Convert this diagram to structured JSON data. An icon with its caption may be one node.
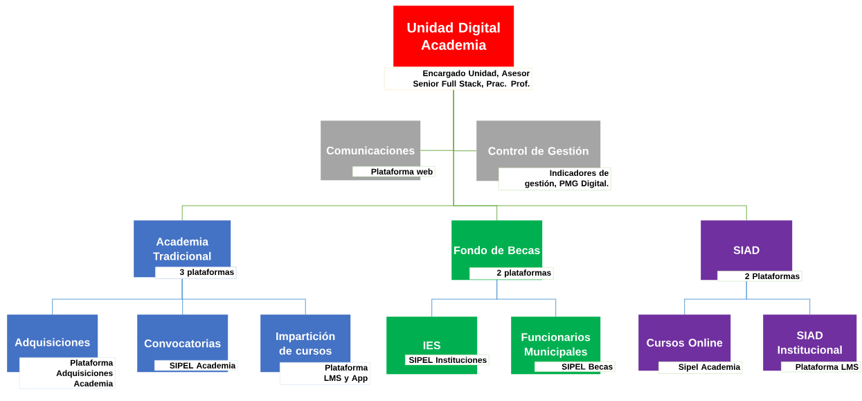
{
  "diagram": {
    "nodes": [
      {
        "text": [
          "Unidad Digital Academia",
          "Encargado Unidad, Asesor Senior Full Stack, Prac. Prof."
        ]
      },
      {
        "text": [
          "Comunicaciones",
          "Plataforma web"
        ]
      },
      {
        "text": [
          "Control de Gestión",
          "Indicadores de gestión, PMG Digital."
        ]
      },
      {
        "text": [
          "Academia Tradicional",
          "3 plataformas"
        ]
      },
      {
        "text": [
          "Fondo de Becas",
          "2 plataformas"
        ]
      },
      {
        "text": [
          "SIAD",
          "2 Plataformas"
        ]
      },
      {
        "text": [
          "Adquisiciones",
          "Plataforma Adquisiciones Academia"
        ]
      },
      {
        "text": [
          "Convocatorias",
          "SIPEL Academia"
        ]
      },
      {
        "text": [
          "Impartición de cursos",
          "Plataforma LMS y App"
        ]
      },
      {
        "text": [
          "IES",
          "SIPEL Instituciones"
        ]
      },
      {
        "text": [
          "Funcionarios Municipales",
          "SIPEL Becas"
        ]
      },
      {
        "text": [
          "Cursos Online",
          "Sipel Academia"
        ]
      },
      {
        "text": [
          "SIAD Institucional",
          "Plataforma LMS"
        ]
      }
    ],
    "edges": [
      {
        "from": 0,
        "to": 1,
        "arrow": "none",
        "color": "#70ad47"
      },
      {
        "from": 0,
        "to": 2,
        "arrow": "none",
        "color": "#70ad47"
      },
      {
        "from": 0,
        "to": 3,
        "arrow": "none",
        "color": "#70ad47"
      },
      {
        "from": 0,
        "to": 4,
        "arrow": "none",
        "color": "#70ad47"
      },
      {
        "from": 0,
        "to": 5,
        "arrow": "none",
        "color": "#70ad47"
      },
      {
        "from": 3,
        "to": 6,
        "arrow": "none"
      },
      {
        "from": 3,
        "to": 7,
        "arrow": "none"
      },
      {
        "from": 3,
        "to": 8,
        "arrow": "none"
      },
      {
        "from": 4,
        "to": 9,
        "arrow": "none"
      },
      {
        "from": 4,
        "to": 10,
        "arrow": "none"
      },
      {
        "from": 5,
        "to": 11,
        "arrow": "none"
      },
      {
        "from": 5,
        "to": 12,
        "arrow": "none"
      }
    ]
  }
}
